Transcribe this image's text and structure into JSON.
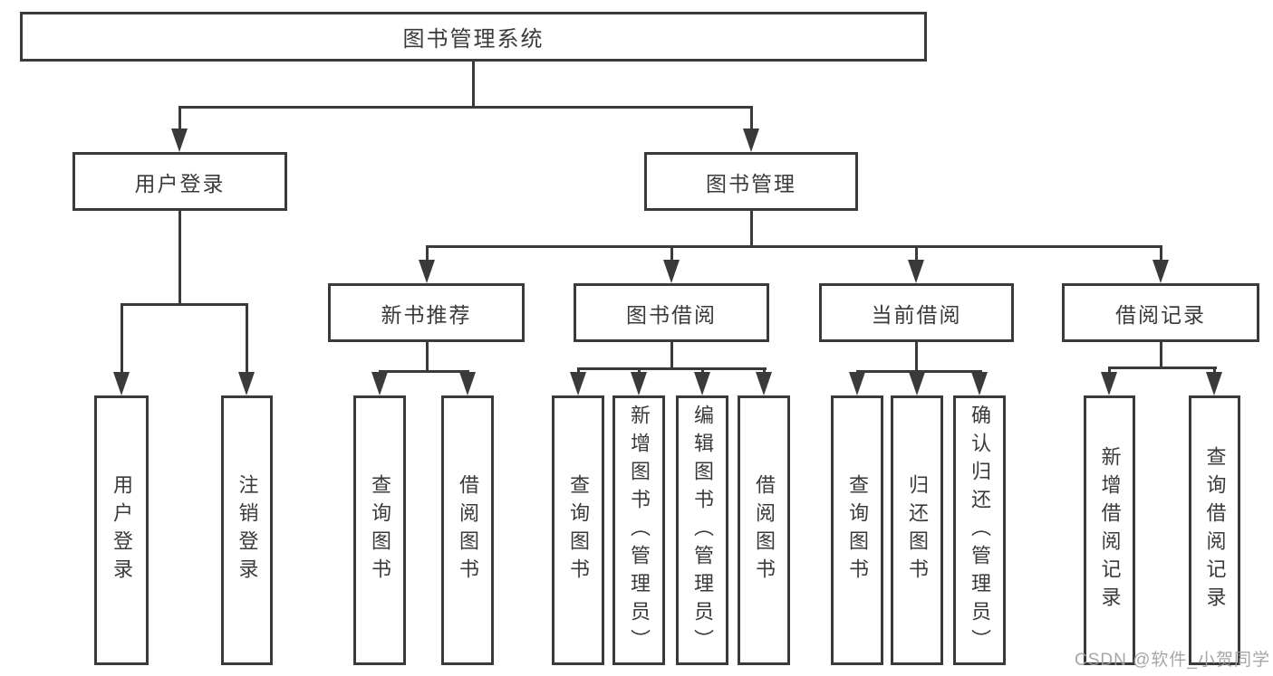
{
  "nodes": {
    "root": "图书管理系统",
    "user_login": "用户登录",
    "book_mgmt": "图书管理",
    "new_book": "新书推荐",
    "book_borrow": "图书借阅",
    "current_borrow": "当前借阅",
    "borrow_record": "借阅记录",
    "leaves": {
      "user_login": [
        "用户登录",
        "注销登录"
      ],
      "new_book": [
        "查询图书",
        "借阅图书"
      ],
      "book_borrow": [
        "查询图书",
        "新增图书（管理员）",
        "编辑图书（管理员）",
        "借阅图书"
      ],
      "current_borrow": [
        "查询图书",
        "归还图书",
        "确认归还（管理员）"
      ],
      "borrow_record": [
        "新增借阅记录",
        "查询借阅记录"
      ]
    }
  },
  "watermark": "CSDN @软件_小贺同学",
  "colors": {
    "line": "#3a3a3a",
    "text": "#3a3a3a",
    "watermark": "#9e9e9e",
    "background": "#ffffff"
  }
}
